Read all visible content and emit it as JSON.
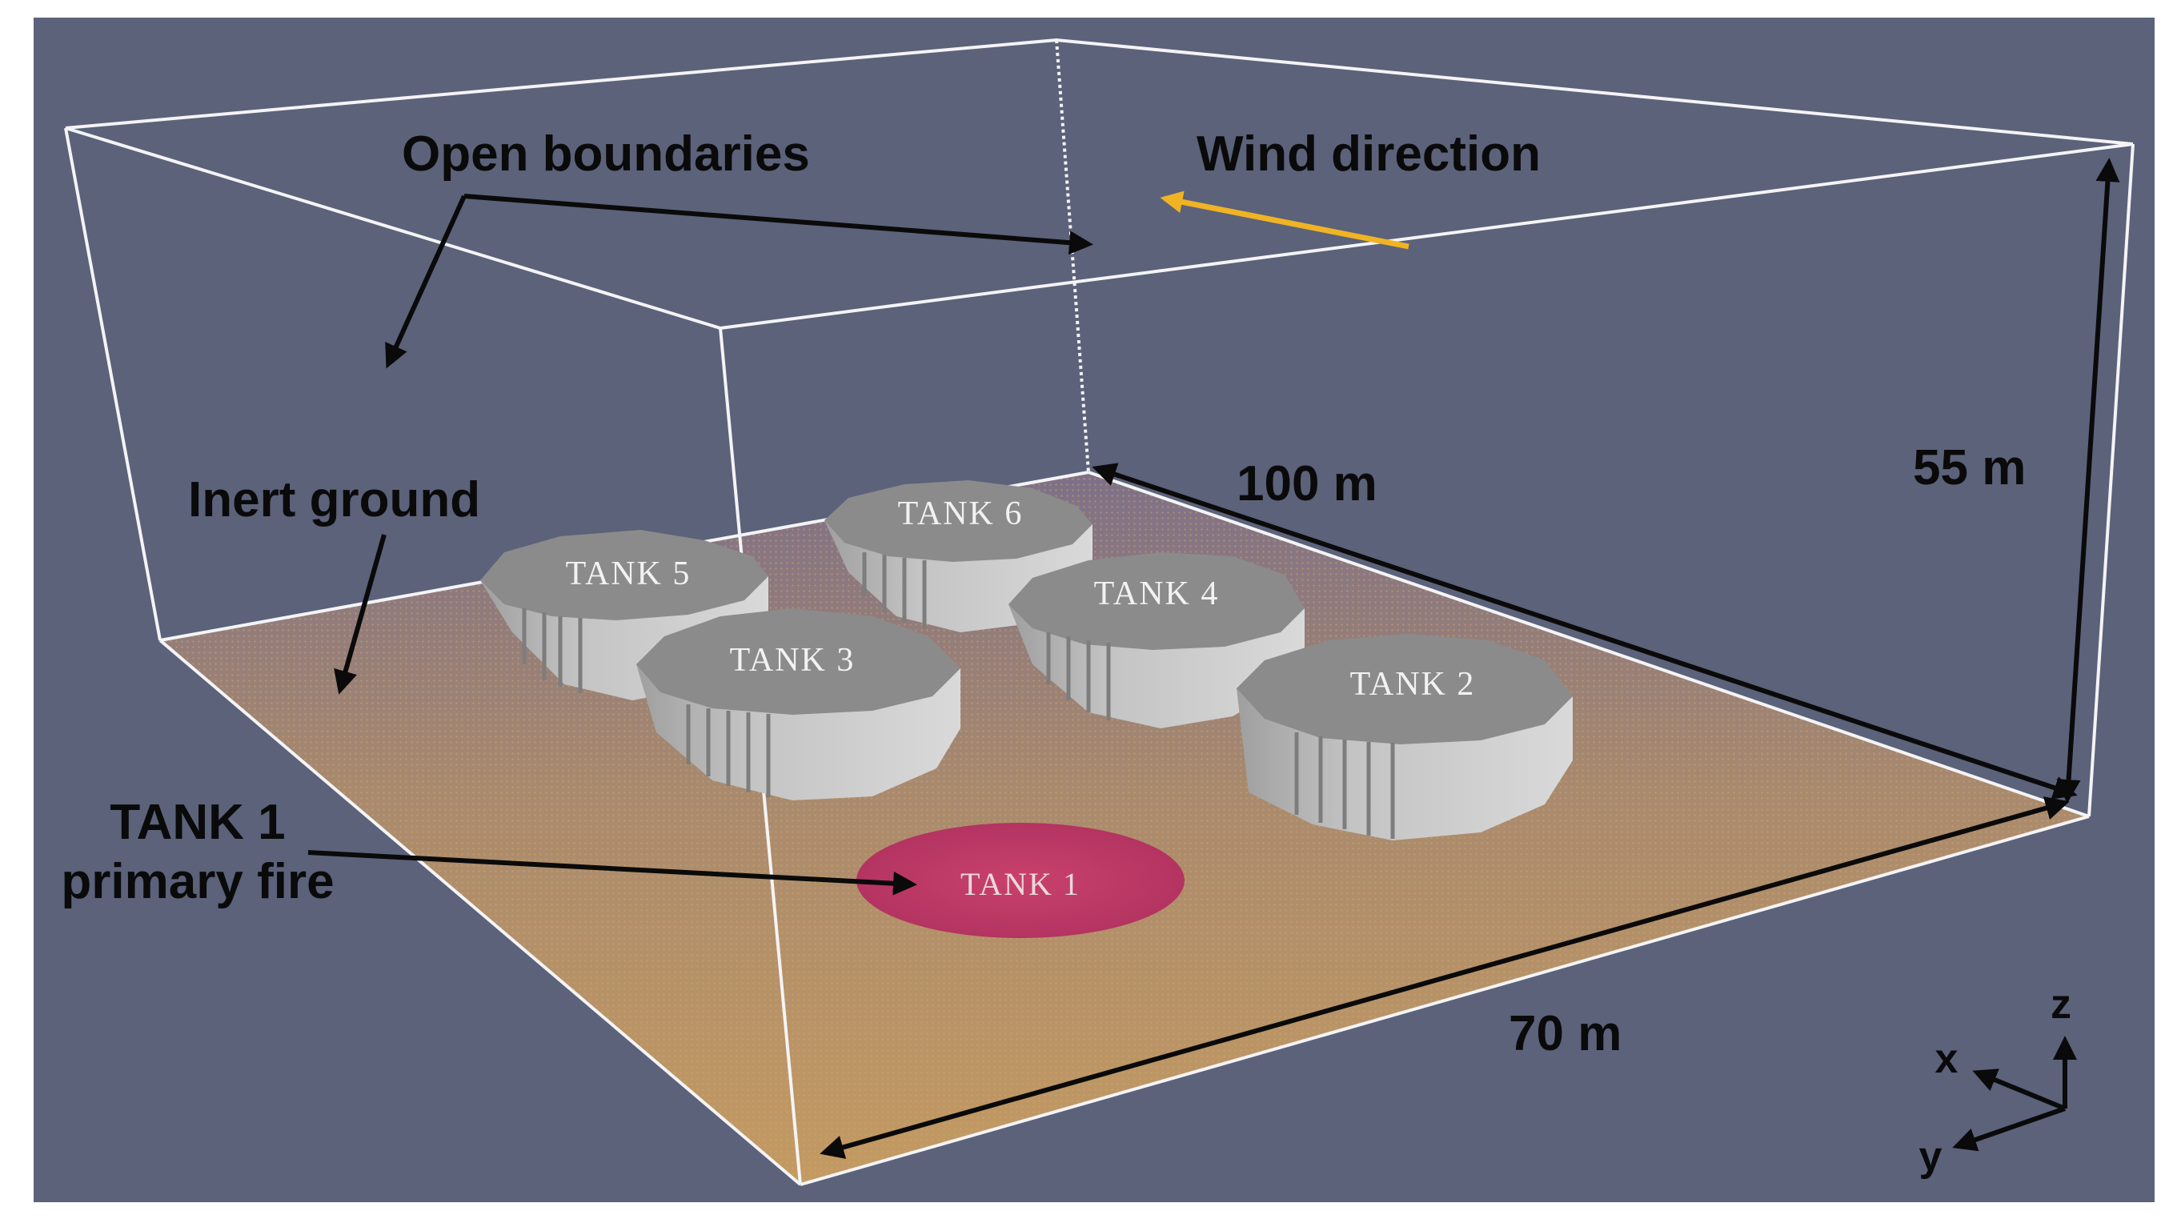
{
  "colors": {
    "background": "#5b627a",
    "domain_edges": "#f4f4f6",
    "ground": "#b58a5a",
    "fire_pool": "#c23f6b",
    "tank": "#c9c9c9",
    "wind_arrow": "#f0b323",
    "annotation": "#0a0a0a"
  },
  "labels": {
    "open_boundaries": "Open boundaries",
    "wind_direction": "Wind direction",
    "inert_ground": "Inert ground",
    "fire_line1": "TANK 1",
    "fire_line2": "primary fire",
    "fire_pool_text": "TANK 1"
  },
  "dimensions": {
    "length": "100 m",
    "height": "55 m",
    "width": "70 m"
  },
  "tanks": [
    {
      "id": "tank-5",
      "label": "TANK 5"
    },
    {
      "id": "tank-6",
      "label": "TANK 6"
    },
    {
      "id": "tank-4",
      "label": "TANK 4"
    },
    {
      "id": "tank-3",
      "label": "TANK 3"
    },
    {
      "id": "tank-2",
      "label": "TANK 2"
    }
  ],
  "axes": {
    "x": "x",
    "y": "y",
    "z": "z"
  }
}
